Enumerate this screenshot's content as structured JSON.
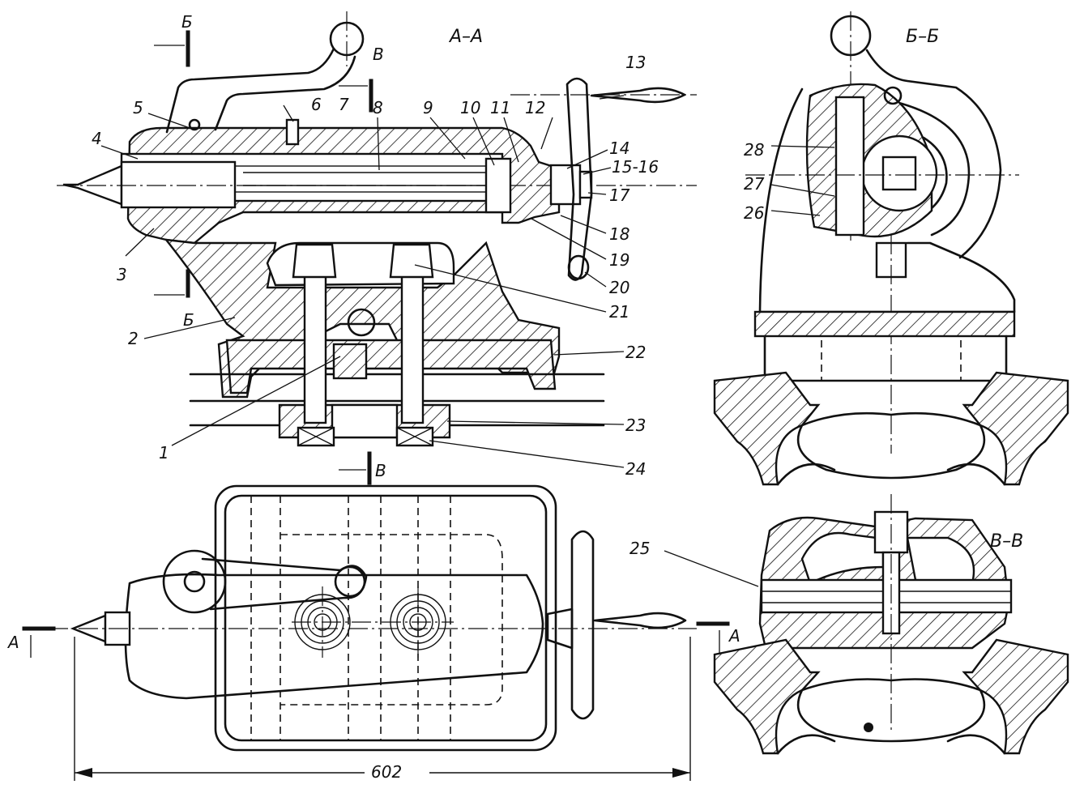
{
  "sections": {
    "aa": "А–А",
    "bb": "Б–Б",
    "vv": "В–В"
  },
  "cut_letters": {
    "b_top": "Б",
    "b_bottom": "Б",
    "v_top": "В",
    "v_mid": "В",
    "a_left": "А",
    "a_right": "А"
  },
  "callouts": {
    "n1": "1",
    "n2": "2",
    "n3": "3",
    "n4": "4",
    "n5": "5",
    "n6": "6",
    "n7": "7",
    "n8": "8",
    "n9": "9",
    "n10": "10",
    "n11": "11",
    "n12": "12",
    "n13": "13",
    "n14": "14",
    "n15_16": "15-16",
    "n17": "17",
    "n18": "18",
    "n19": "19",
    "n20": "20",
    "n21": "21",
    "n22": "22",
    "n23": "23",
    "n24": "24",
    "n25": "25",
    "n26": "26",
    "n27": "27",
    "n28": "28"
  },
  "dimension": {
    "length": "602"
  }
}
